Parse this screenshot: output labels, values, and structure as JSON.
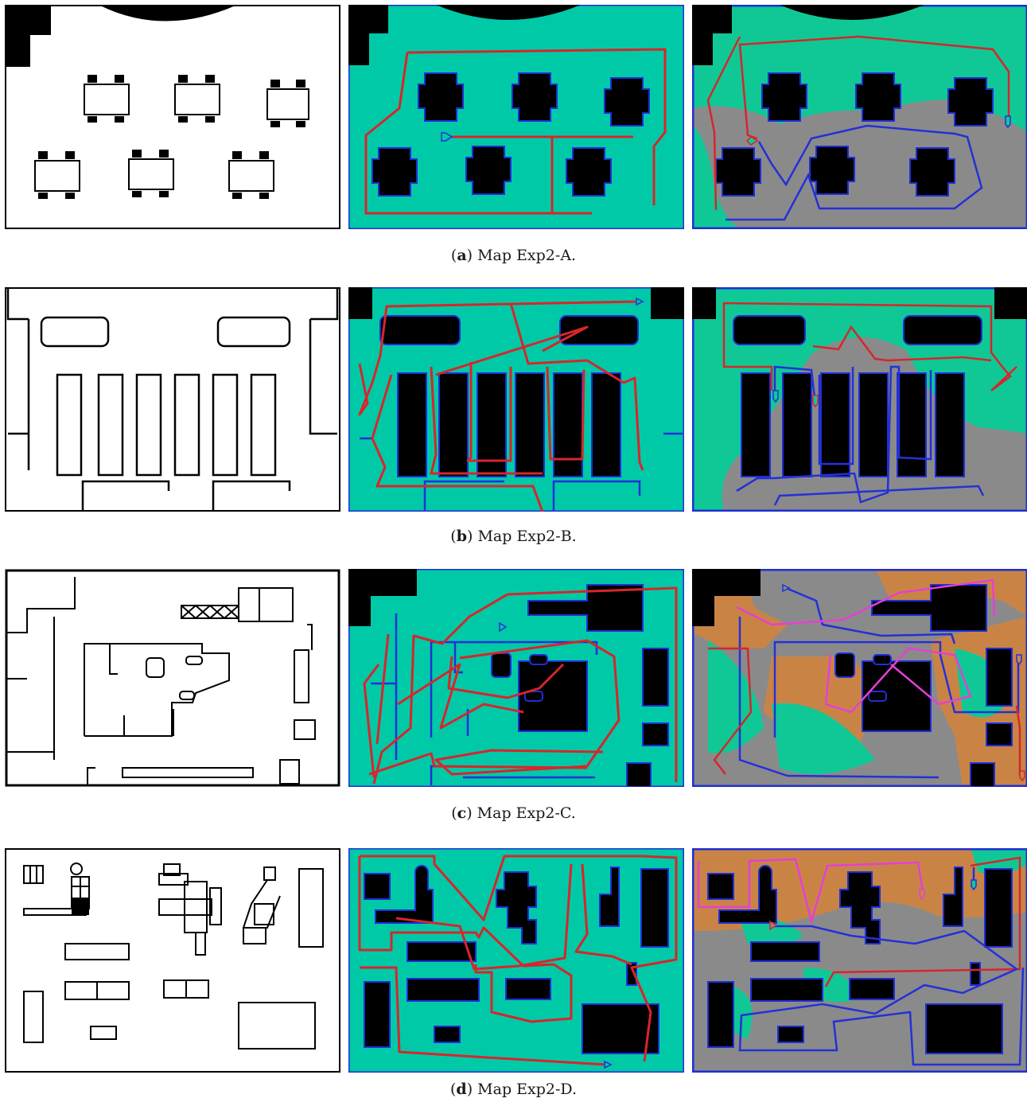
{
  "figure": {
    "rows": [
      {
        "letter": "a",
        "caption": "Map Exp2-A."
      },
      {
        "letter": "b",
        "caption": "Map Exp2-B."
      },
      {
        "letter": "c",
        "caption": "Map Exp2-C."
      },
      {
        "letter": "d",
        "caption": "Map Exp2-D."
      }
    ]
  },
  "colors": {
    "free_space": "#00c9a7",
    "obstacle": "#000000",
    "wall_outline": "#1f2fd6",
    "robot1_path": "#d6262b",
    "robot2_path": "#2430d8",
    "robot3_path": "#e53fd6",
    "region_green": "#10c896",
    "region_gray": "#8a8a8a",
    "region_orange": "#c98445",
    "paper": "#ffffff"
  }
}
